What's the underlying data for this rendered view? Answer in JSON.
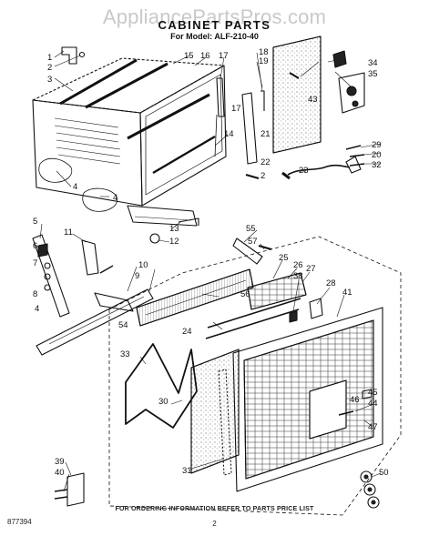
{
  "watermark": "AppliancePartsPros.com",
  "title": "CABINET PARTS",
  "model_line": "For Model: ALF-210-40",
  "footer_note": "FOR ORDERING INFORMATION REFER TO PARTS PRICE LIST",
  "page_number": "2",
  "doc_code": "877394",
  "callouts": [
    "1",
    "2",
    "3",
    "4",
    "4",
    "5",
    "6",
    "7",
    "8",
    "4",
    "9",
    "10",
    "11",
    "12",
    "13",
    "14",
    "15",
    "16",
    "17",
    "17",
    "18",
    "19",
    "21",
    "22",
    "2",
    "23",
    "24",
    "25",
    "26",
    "27",
    "28",
    "29",
    "20",
    "32",
    "30",
    "31",
    "33",
    "34",
    "35",
    "38",
    "39",
    "40",
    "41",
    "43",
    "44",
    "45",
    "46",
    "47",
    "50",
    "54",
    "55",
    "56",
    "57"
  ]
}
